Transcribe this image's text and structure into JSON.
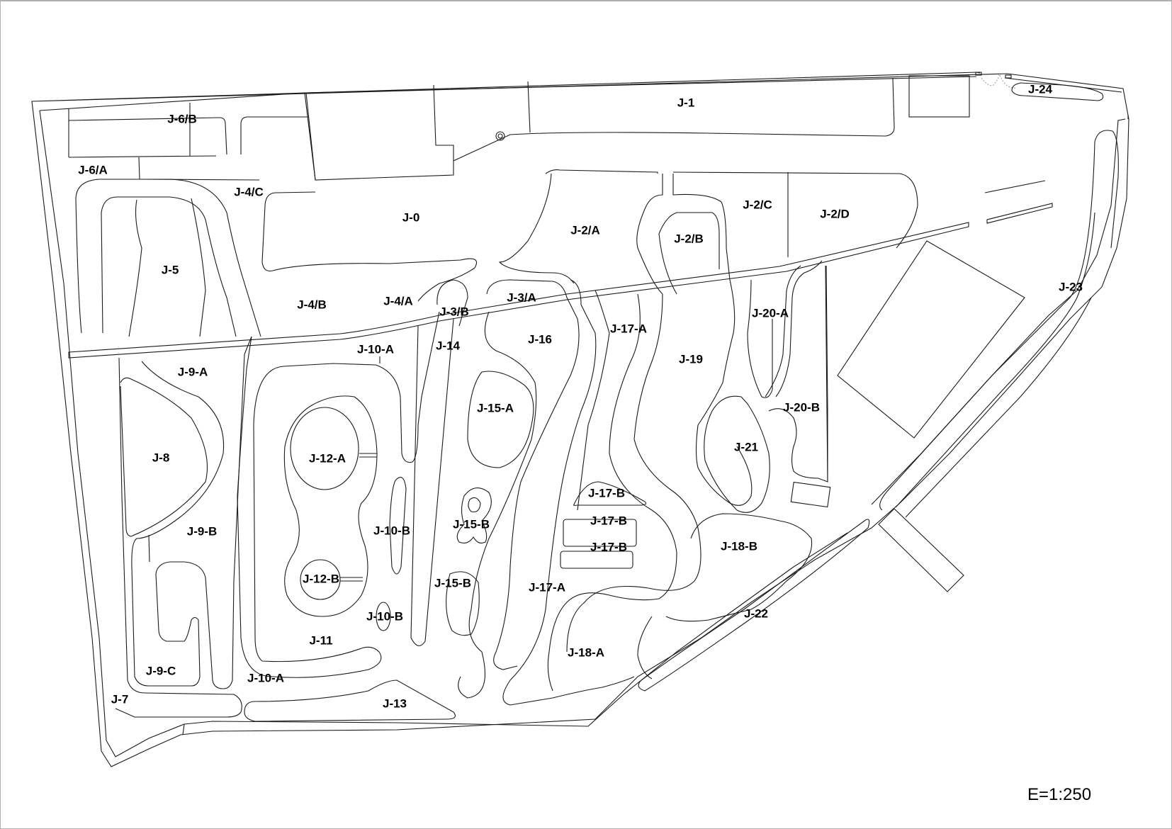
{
  "map": {
    "scale": "E=1:250",
    "zones": [
      {
        "id": "J-0",
        "label": "J-0"
      },
      {
        "id": "J-1",
        "label": "J-1"
      },
      {
        "id": "J-2/A",
        "label": "J-2/A"
      },
      {
        "id": "J-2/B",
        "label": "J-2/B"
      },
      {
        "id": "J-2/C",
        "label": "J-2/C"
      },
      {
        "id": "J-2/D",
        "label": "J-2/D"
      },
      {
        "id": "J-3/A",
        "label": "J-3/A"
      },
      {
        "id": "J-3/B",
        "label": "J-3/B"
      },
      {
        "id": "J-4/A",
        "label": "J-4/A"
      },
      {
        "id": "J-4/B",
        "label": "J-4/B"
      },
      {
        "id": "J-4/C",
        "label": "J-4/C"
      },
      {
        "id": "J-5",
        "label": "J-5"
      },
      {
        "id": "J-6/A",
        "label": "J-6/A"
      },
      {
        "id": "J-6/B",
        "label": "J-6/B"
      },
      {
        "id": "J-7",
        "label": "J-7"
      },
      {
        "id": "J-8",
        "label": "J-8"
      },
      {
        "id": "J-9-A",
        "label": "J-9-A"
      },
      {
        "id": "J-9-B",
        "label": "J-9-B"
      },
      {
        "id": "J-9-C",
        "label": "J-9-C"
      },
      {
        "id": "J-10-A-top",
        "label": "J-10-A"
      },
      {
        "id": "J-10-A-bottom",
        "label": "J-10-A"
      },
      {
        "id": "J-10-B-1",
        "label": "J-10-B"
      },
      {
        "id": "J-10-B-2",
        "label": "J-10-B"
      },
      {
        "id": "J-11",
        "label": "J-11"
      },
      {
        "id": "J-12-A",
        "label": "J-12-A"
      },
      {
        "id": "J-12-B",
        "label": "J-12-B"
      },
      {
        "id": "J-13",
        "label": "J-13"
      },
      {
        "id": "J-14",
        "label": "J-14"
      },
      {
        "id": "J-15-A",
        "label": "J-15-A"
      },
      {
        "id": "J-15-B-1",
        "label": "J-15-B"
      },
      {
        "id": "J-15-B-2",
        "label": "J-15-B"
      },
      {
        "id": "J-16",
        "label": "J-16"
      },
      {
        "id": "J-17-A-1",
        "label": "J-17-A"
      },
      {
        "id": "J-17-A-2",
        "label": "J-17-A"
      },
      {
        "id": "J-17-B-1",
        "label": "J-17-B"
      },
      {
        "id": "J-17-B-2",
        "label": "J-17-B"
      },
      {
        "id": "J-17-B-3",
        "label": "J-17-B"
      },
      {
        "id": "J-18-A",
        "label": "J-18-A"
      },
      {
        "id": "J-18-B",
        "label": "J-18-B"
      },
      {
        "id": "J-19",
        "label": "J-19"
      },
      {
        "id": "J-20-A",
        "label": "J-20-A"
      },
      {
        "id": "J-20-B",
        "label": "J-20-B"
      },
      {
        "id": "J-21",
        "label": "J-21"
      },
      {
        "id": "J-22",
        "label": "J-22"
      },
      {
        "id": "J-23",
        "label": "J-23"
      },
      {
        "id": "J-24",
        "label": "J-24"
      }
    ]
  }
}
